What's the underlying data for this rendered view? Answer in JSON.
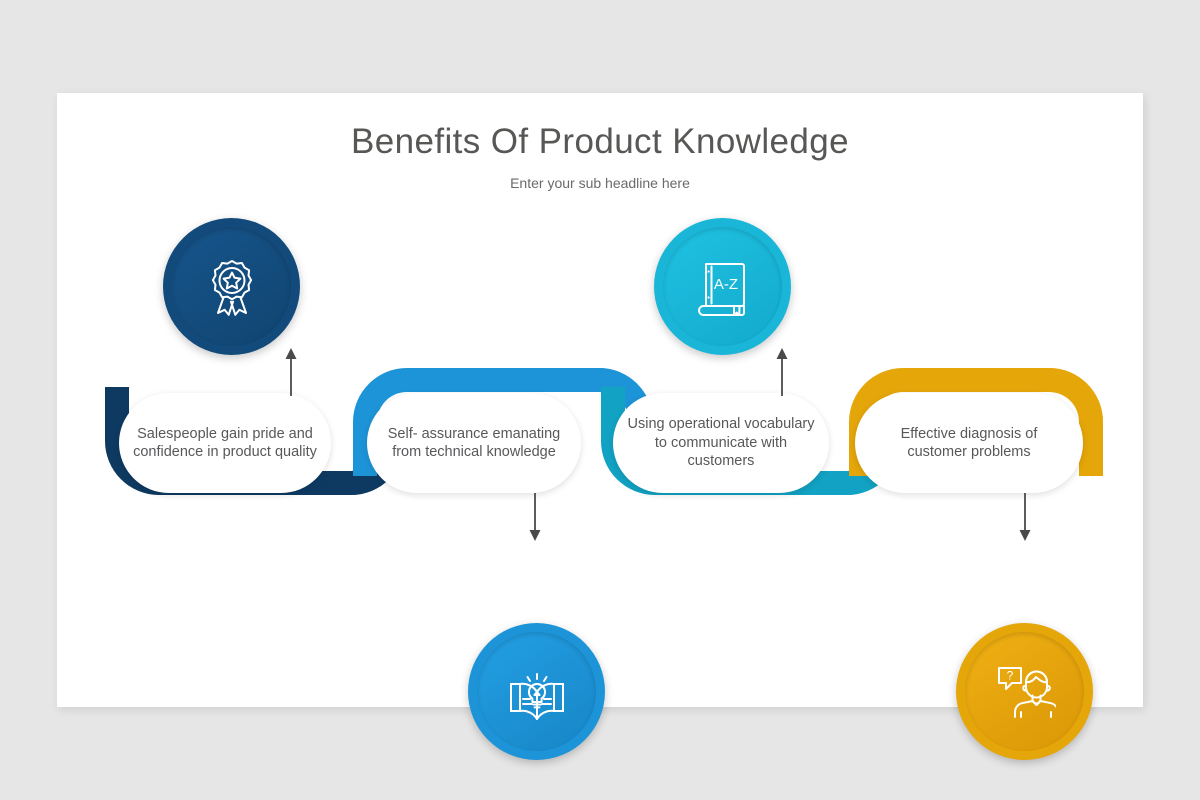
{
  "slide": {
    "title": "Benefits Of Product Knowledge",
    "subtitle": "Enter your sub headline here",
    "background_color": "#e7e6e6",
    "canvas_color": "#ffffff"
  },
  "steps": [
    {
      "id": "step-1",
      "text": "Salespeople gain pride and confidence in product quality",
      "color": "#134a7c",
      "color_dark": "#0e3a62",
      "icon": "award-ribbon-icon",
      "icon_position": "above",
      "arrow_direction": "up",
      "pill_offset": "down"
    },
    {
      "id": "step-2",
      "text": "Self- assurance emanating from technical knowledge",
      "color": "#1d94d8",
      "color_dark": "#1781bf",
      "icon": "book-lightbulb-icon",
      "icon_position": "below",
      "arrow_direction": "down",
      "pill_offset": "up"
    },
    {
      "id": "step-3",
      "text": "Using operational vocabulary to communicate with customers",
      "color": "#19b6d8",
      "color_dark": "#12a2c3",
      "icon": "dictionary-az-icon",
      "icon_position": "above",
      "arrow_direction": "up",
      "pill_offset": "down"
    },
    {
      "id": "step-4",
      "text": "Effective diagnosis of customer problems",
      "color": "#e5a60a",
      "color_dark": "#d09406",
      "icon": "customer-question-icon",
      "icon_position": "below",
      "arrow_direction": "down",
      "pill_offset": "up"
    }
  ],
  "icon_labels": {
    "dictionary_text": "A-Z",
    "question_mark": "?"
  }
}
